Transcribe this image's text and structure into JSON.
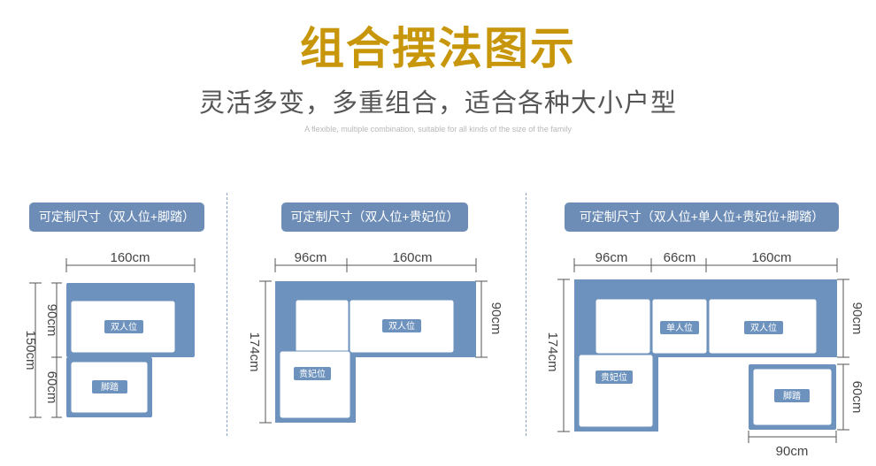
{
  "header": {
    "title": "组合摆法图示",
    "subtitle": "灵活多变，多重组合，适合各种大小户型",
    "tagline": "A flexible, multiple combination, suitable for all kinds of the size of the family"
  },
  "colors": {
    "title": "#c8960a",
    "frame": "#6d92bd",
    "pill": "#6d8db7"
  },
  "layouts": [
    {
      "caption": "可定制尺寸（双人位+脚踏）",
      "dims": {
        "top_width": "160cm",
        "total_height": "150cm",
        "upper_height": "90cm",
        "lower_height": "60cm"
      },
      "labels": {
        "sofa": "双人位",
        "ottoman": "脚踏"
      }
    },
    {
      "caption": "可定制尺寸（双人位+贵妃位）",
      "dims": {
        "chaise_width": "96cm",
        "sofa_width": "160cm",
        "total_height": "174cm",
        "sofa_height": "90cm"
      },
      "labels": {
        "chaise": "贵妃位",
        "sofa": "双人位"
      }
    },
    {
      "caption": "可定制尺寸（双人位+单人位+贵妃位+脚踏）",
      "dims": {
        "chaise_width": "96cm",
        "single_width": "66cm",
        "sofa_width": "160cm",
        "total_height": "174cm",
        "sofa_height": "90cm",
        "ottoman_height": "60cm",
        "ottoman_width": "90cm"
      },
      "labels": {
        "chaise": "贵妃位",
        "single": "单人位",
        "sofa": "双人位",
        "ottoman": "脚踏"
      }
    }
  ]
}
